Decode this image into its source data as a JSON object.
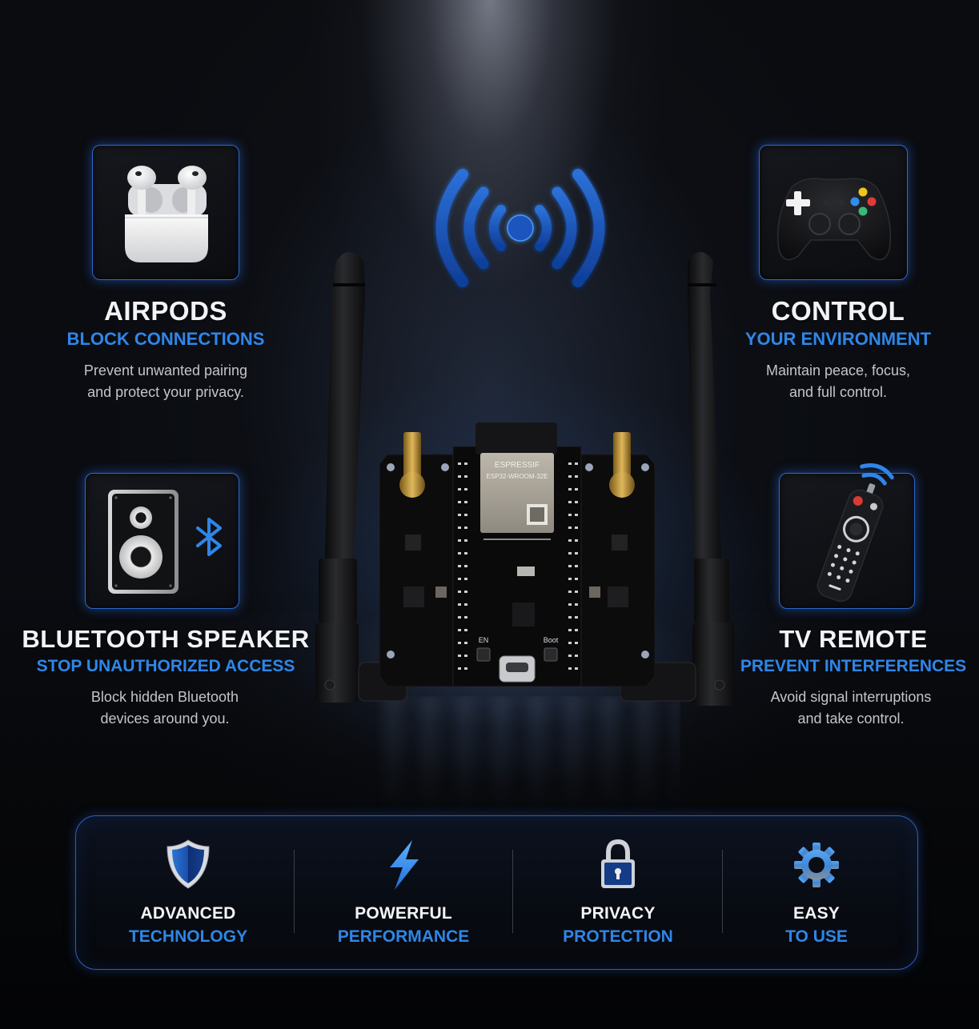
{
  "theme": {
    "accent": "#2f86e8",
    "border_glow": "#2f67c9",
    "background": "#050608",
    "title_color": "#f2f3f5",
    "desc_color": "#c3c5c9"
  },
  "features": {
    "airpods": {
      "icon": "airpods-icon",
      "title": "AIRPODS",
      "subtitle": "BLOCK CONNECTIONS",
      "desc_line1": "Prevent unwanted pairing",
      "desc_line2": "and protect your privacy."
    },
    "control": {
      "icon": "game-controller-icon",
      "title": "CONTROL",
      "subtitle": "YOUR ENVIRONMENT",
      "desc_line1": "Maintain peace, focus,",
      "desc_line2": "and full control."
    },
    "speaker": {
      "icon": "bluetooth-speaker-icon",
      "title": "BLUETOOTH SPEAKER",
      "subtitle": "STOP UNAUTHORIZED ACCESS",
      "desc_line1": "Block hidden Bluetooth",
      "desc_line2": "devices around you."
    },
    "remote": {
      "icon": "tv-remote-icon",
      "title": "TV REMOTE",
      "subtitle": "PREVENT INTERFERENCES",
      "desc_line1": "Avoid signal interruptions",
      "desc_line2": "and take control."
    }
  },
  "center": {
    "signal_icon": "wireless-signal-icon",
    "module_brand": "ESPRESSIF",
    "module_model": "ESP32-WROOM-32E",
    "button_left": "EN",
    "button_right": "Boot"
  },
  "benefits": [
    {
      "icon": "shield-icon",
      "title": "ADVANCED",
      "subtitle": "TECHNOLOGY"
    },
    {
      "icon": "lightning-icon",
      "title": "POWERFUL",
      "subtitle": "PERFORMANCE"
    },
    {
      "icon": "lock-icon",
      "title": "PRIVACY",
      "subtitle": "PROTECTION"
    },
    {
      "icon": "gear-icon",
      "title": "EASY",
      "subtitle": "TO USE"
    }
  ]
}
